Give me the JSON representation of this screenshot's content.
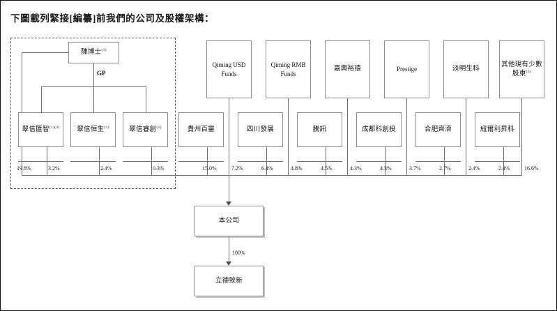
{
  "heading": {
    "prefix": "下圖載列緊接[",
    "bracket_word": "編纂",
    "suffix": "]前我們的公司及股權架構："
  },
  "labels": {
    "gp": "GP",
    "ownership_100": "100%"
  },
  "founder": {
    "name": "陳博士",
    "footnote": "(1)"
  },
  "founder_vehicles": [
    {
      "name": "翠信匯智",
      "footnote": "(1)(2)",
      "pct_left": "19.8%",
      "pct_right": "3.2%"
    },
    {
      "name": "翠信恒生",
      "footnote": "(1)",
      "pct": "2.4%"
    },
    {
      "name": "翠信睿創",
      "footnote": "(1)",
      "pct": "0.3%"
    }
  ],
  "investors_top_row": [
    {
      "name": "Qiming USD Funds",
      "script": "latin",
      "footnote": ""
    },
    {
      "name": "Qiming RMB Funds",
      "script": "latin",
      "footnote": ""
    },
    {
      "name": "嘉興裕禧",
      "script": "cjk",
      "footnote": ""
    },
    {
      "name": "Prestige",
      "script": "latin",
      "footnote": ""
    },
    {
      "name": "淡明生科",
      "script": "cjk",
      "footnote": ""
    },
    {
      "name": "其他現有少數股東",
      "script": "cjk",
      "footnote": "(3)"
    }
  ],
  "investors_bottom_row": [
    {
      "name": "貴州百靈"
    },
    {
      "name": "四川發展"
    },
    {
      "name": "騰訊"
    },
    {
      "name": "成都科創投"
    },
    {
      "name": "合肥齊濟"
    },
    {
      "name": "紐爾利昇科"
    }
  ],
  "percentages_main": [
    "15.0%",
    "7.2%",
    "6.4%",
    "4.8%",
    "4.5%",
    "4.3%",
    "4.3%",
    "3.7%",
    "2.7%",
    "2.4%",
    "2.4%",
    "16.6%"
  ],
  "company": {
    "name": "本公司"
  },
  "subsidiary": {
    "name": "立德致新"
  },
  "colors": {
    "box_border": "#8c8c8c",
    "line": "#6f6f6f",
    "dashed_border": "#555555",
    "frame": "#111111"
  }
}
